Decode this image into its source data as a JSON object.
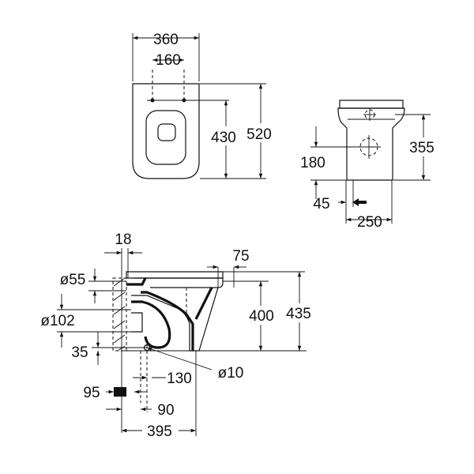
{
  "top_view": {
    "width": "360",
    "fixing_spacing": "160",
    "fixing_depth": "430",
    "length": "520"
  },
  "front_view": {
    "height": "355",
    "inlet_height": "180",
    "inlet_offset": "45",
    "base_width": "250"
  },
  "side_view": {
    "wall_gap": "18",
    "rear_offset": "75",
    "inlet_diameter": "ø55",
    "outlet_diameter": "ø102",
    "rim_height": "400",
    "total_height": "435",
    "outlet_height": "35",
    "fixing_distance": "130",
    "fixing_diameter": "ø10",
    "inlet_drop": "95",
    "outlet_distance": "90",
    "total_depth": "395"
  }
}
